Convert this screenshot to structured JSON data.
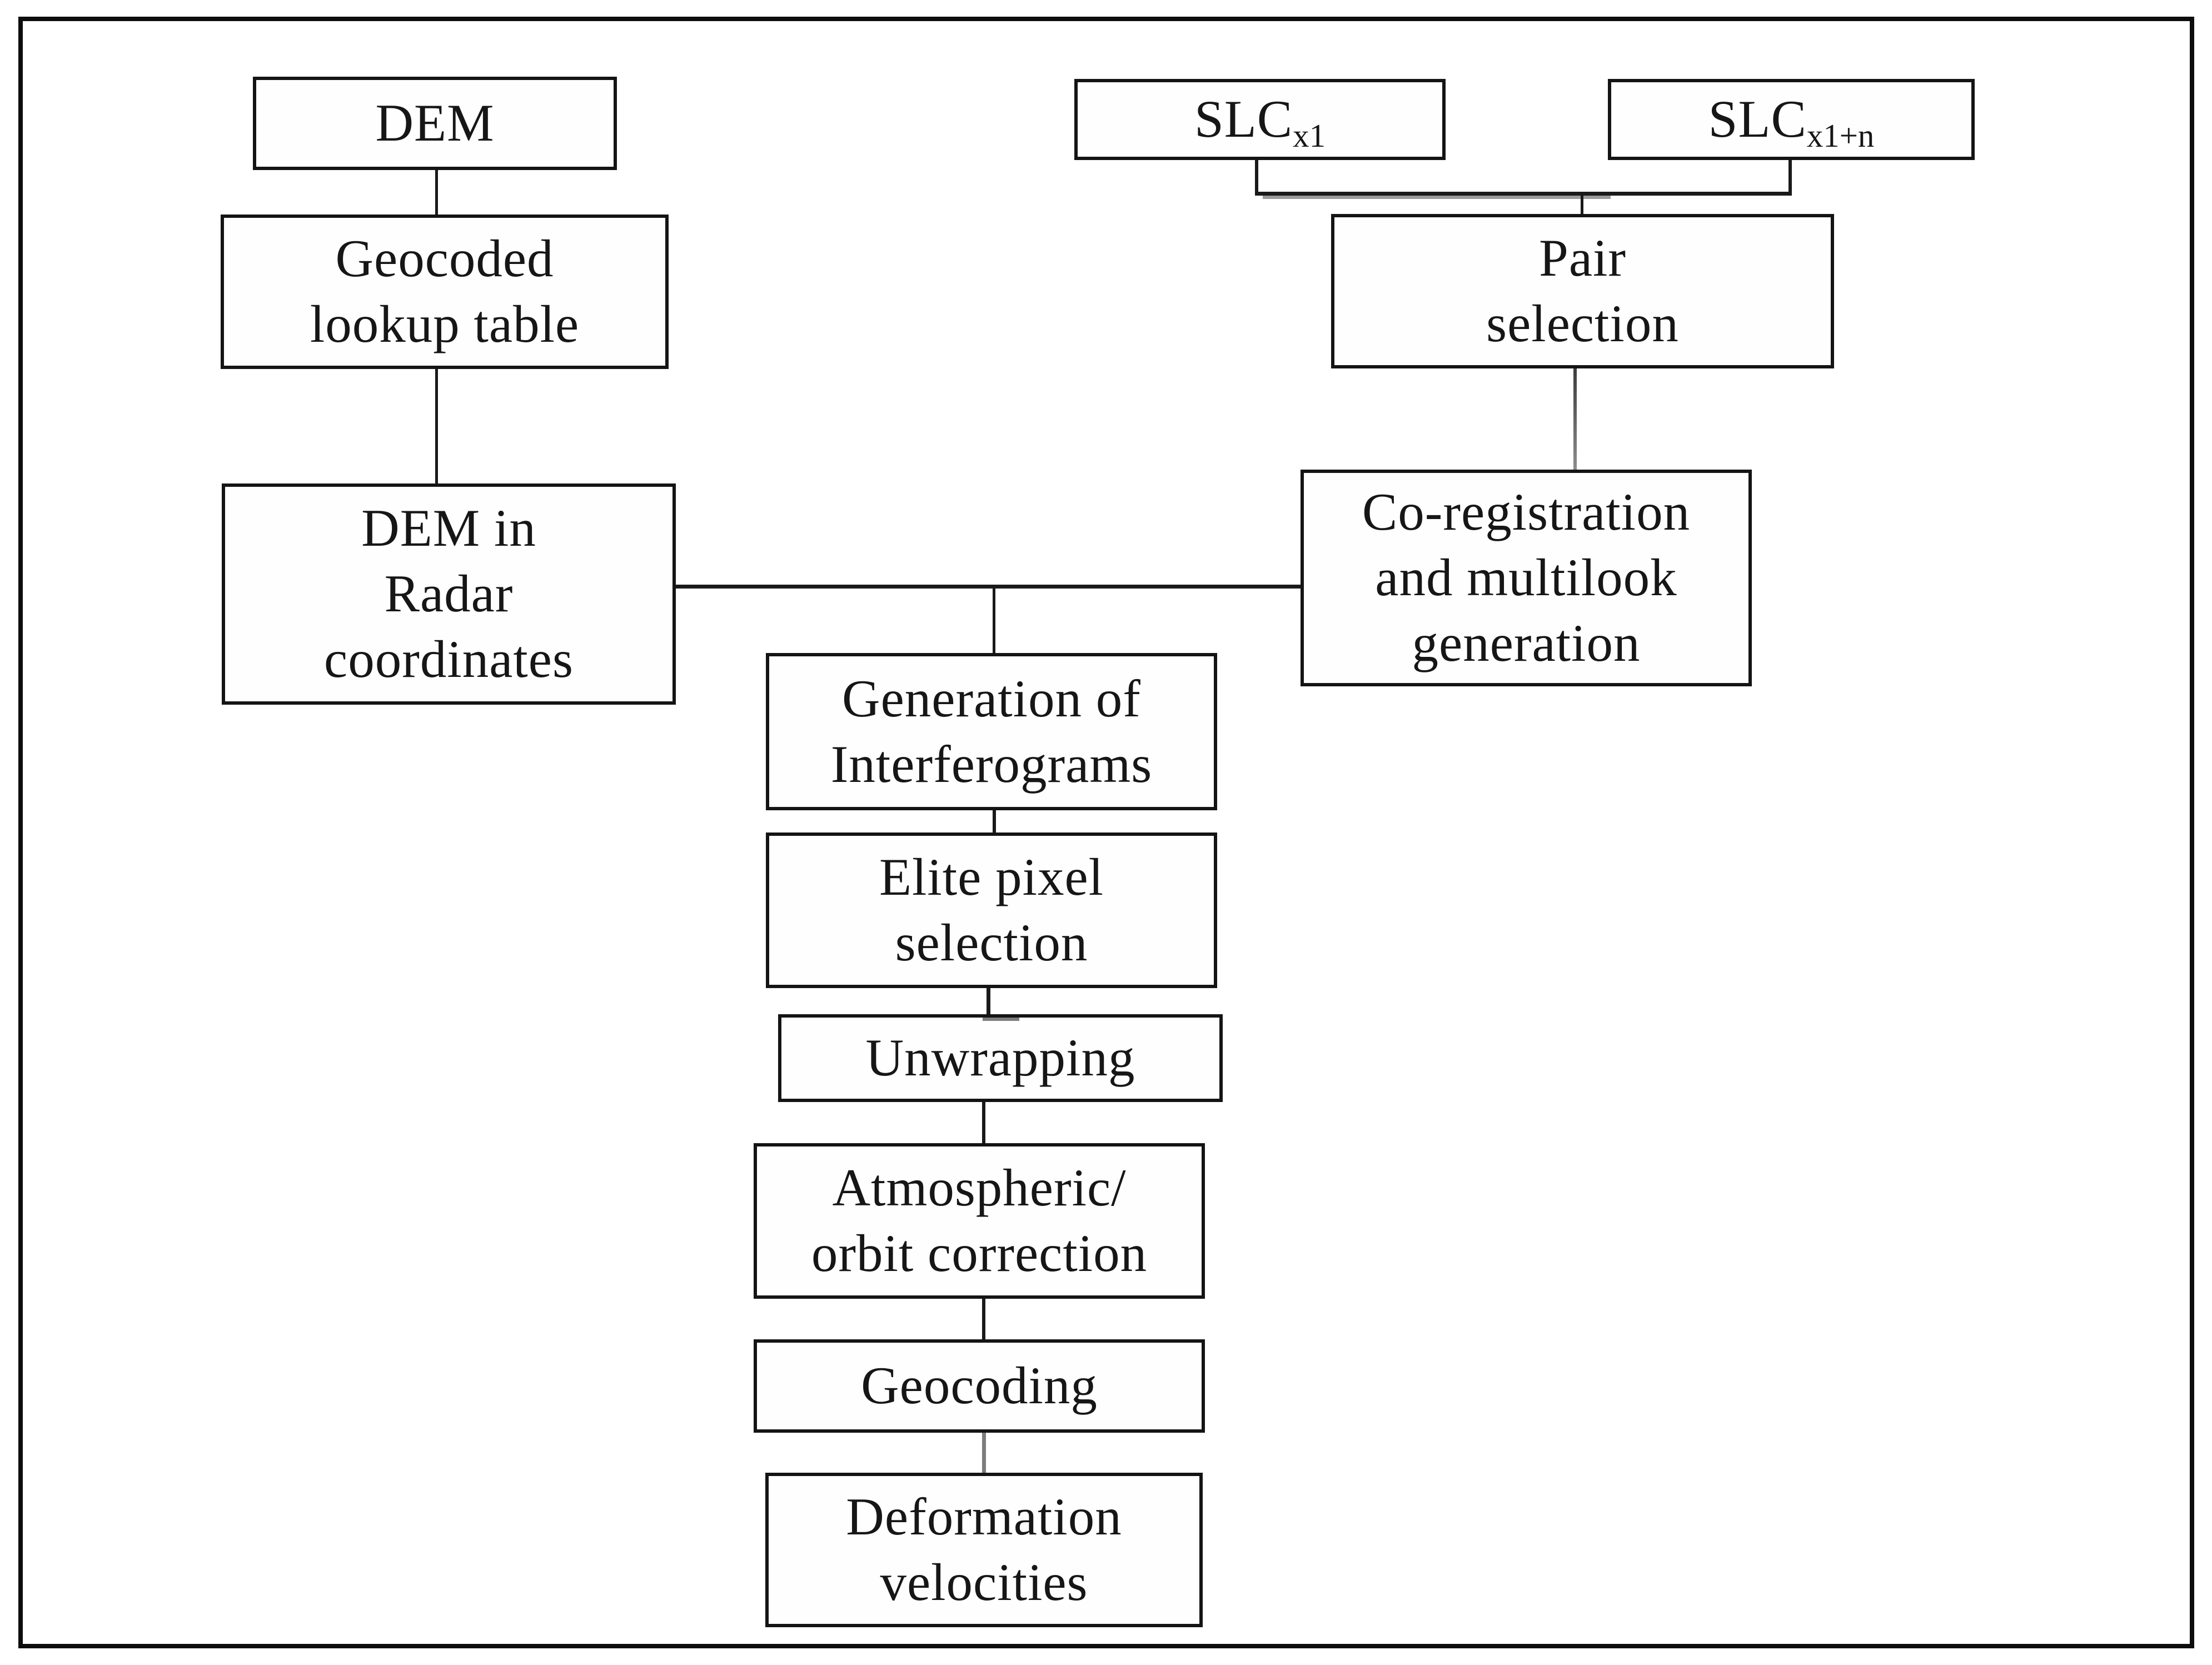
{
  "figure": {
    "type": "flowchart",
    "colors": {
      "background": "#ffffff",
      "frame_border": "#0d0d0d",
      "box_border": "#141414",
      "text": "#161616",
      "line_black": "#1a1a1a",
      "line_gray": "#7d7d7d",
      "line_gray_light": "#9a9a9a"
    },
    "nodes": {
      "dem": {
        "lines": [
          "DEM"
        ]
      },
      "geocoded": {
        "lines": [
          "Geocoded",
          "lookup table"
        ]
      },
      "demradar": {
        "lines": [
          "DEM in",
          "Radar",
          "coordinates"
        ]
      },
      "slc1": {
        "base": "SLC",
        "sub": "x1"
      },
      "slc2": {
        "base": "SLC",
        "sub": "x1+n"
      },
      "pair": {
        "lines": [
          "Pair",
          "selection"
        ]
      },
      "coreg": {
        "lines": [
          "Co-registration",
          "and multilook",
          "generation"
        ]
      },
      "gen": {
        "lines": [
          "Generation of",
          "Interferograms"
        ]
      },
      "elite": {
        "lines": [
          "Elite pixel",
          "selection"
        ]
      },
      "unwrap": {
        "lines": [
          "Unwrapping"
        ]
      },
      "atmos": {
        "lines": [
          "Atmospheric/",
          "orbit correction"
        ]
      },
      "geocoding": {
        "lines": [
          "Geocoding"
        ]
      },
      "deform": {
        "lines": [
          "Deformation",
          "velocities"
        ]
      }
    },
    "edges": [
      {
        "from": "dem",
        "to": "geocoded",
        "color": "black"
      },
      {
        "from": "geocoded",
        "to": "demradar",
        "color": "black"
      },
      {
        "from": "slc1",
        "to": "pair",
        "color": "black"
      },
      {
        "from": "slc2",
        "to": "pair",
        "color": "black"
      },
      {
        "from": "pair",
        "to": "coreg",
        "color": "gray"
      },
      {
        "from": "demradar",
        "to": "gen",
        "color": "black"
      },
      {
        "from": "coreg",
        "to": "gen",
        "color": "black"
      },
      {
        "from": "gen",
        "to": "elite",
        "color": "black"
      },
      {
        "from": "elite",
        "to": "unwrap",
        "color": "black"
      },
      {
        "from": "unwrap",
        "to": "atmos",
        "color": "black"
      },
      {
        "from": "atmos",
        "to": "geocoding",
        "color": "black"
      },
      {
        "from": "geocoding",
        "to": "deform",
        "color": "gray"
      }
    ]
  }
}
